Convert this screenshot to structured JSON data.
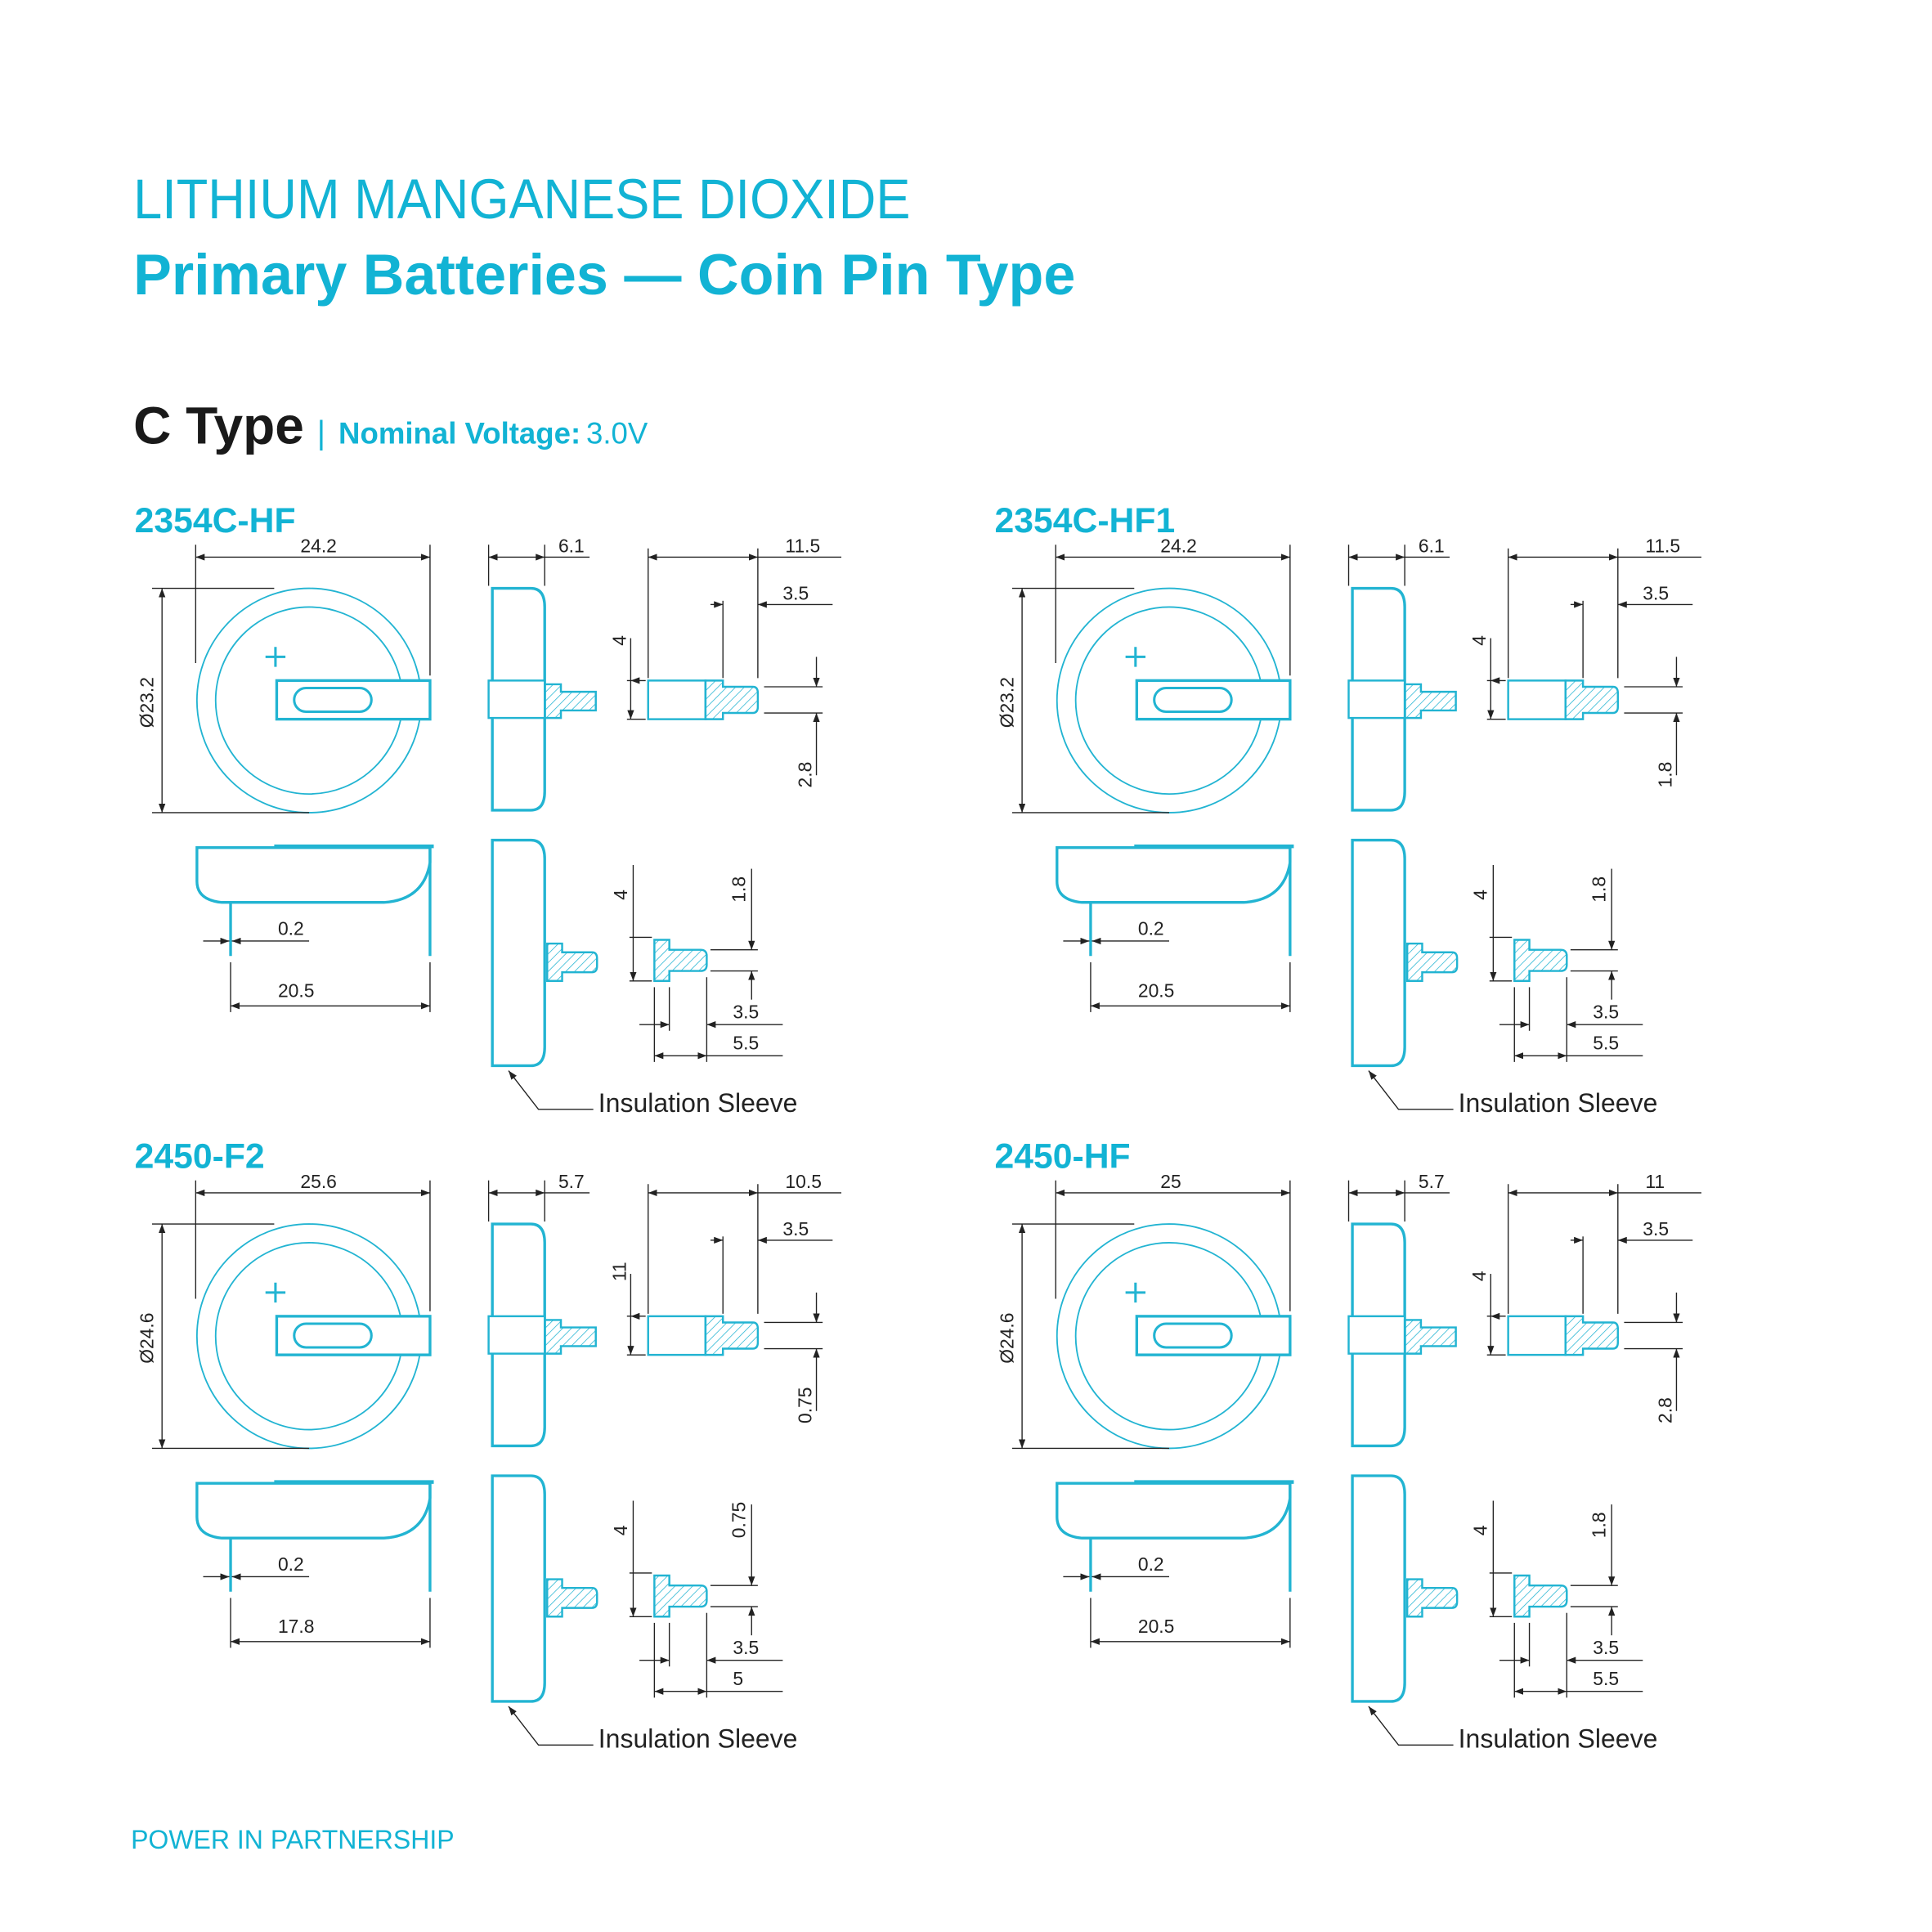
{
  "header": {
    "title_line1": "LITHIUM MANGANESE DIOXIDE",
    "title_line2": "Primary  Batteries — Coin Pin Type"
  },
  "section": {
    "type_label": "C  Type",
    "separator": "|",
    "voltage_label": "Nominal  Voltage:",
    "voltage_value": "3.0V"
  },
  "panels": [
    {
      "model": "2354C-HF",
      "width": "24.2",
      "diameter": "Ø23.2",
      "thickness": "6.1",
      "pin_total": "11.5",
      "pin_len": "3.5",
      "pin_h": "4",
      "pin_side": "2.8",
      "lead": "0.2",
      "pitch": "20.5",
      "b_h": "4",
      "b_side": "1.8",
      "b_len1": "3.5",
      "b_len2": "5.5",
      "sleeve": "Insulation Sleeve"
    },
    {
      "model": "2354C-HF1",
      "width": "24.2",
      "diameter": "Ø23.2",
      "thickness": "6.1",
      "pin_total": "11.5",
      "pin_len": "3.5",
      "pin_h": "4",
      "pin_side": "1.8",
      "lead": "0.2",
      "pitch": "20.5",
      "b_h": "4",
      "b_side": "1.8",
      "b_len1": "3.5",
      "b_len2": "5.5",
      "sleeve": "Insulation Sleeve"
    },
    {
      "model": "2450-F2",
      "width": "25.6",
      "diameter": "Ø24.6",
      "thickness": "5.7",
      "pin_total": "10.5",
      "pin_len": "3.5",
      "pin_h": "11",
      "pin_side": "0.75",
      "lead": "0.2",
      "pitch": "17.8",
      "b_h": "4",
      "b_side": "0.75",
      "b_len1": "3.5",
      "b_len2": "5",
      "sleeve": "Insulation Sleeve"
    },
    {
      "model": "2450-HF",
      "width": "25",
      "diameter": "Ø24.6",
      "thickness": "5.7",
      "pin_total": "11",
      "pin_len": "3.5",
      "pin_h": "4",
      "pin_side": "2.8",
      "lead": "0.2",
      "pitch": "20.5",
      "b_h": "4",
      "b_side": "1.8",
      "b_len1": "3.5",
      "b_len2": "5.5",
      "sleeve": "Insulation Sleeve"
    }
  ],
  "footer": {
    "tagline": "POWER IN PARTNERSHIP"
  },
  "colors": {
    "accent": "#12b3d4",
    "drawing": "#22b4d2",
    "dimension": "#222222"
  }
}
